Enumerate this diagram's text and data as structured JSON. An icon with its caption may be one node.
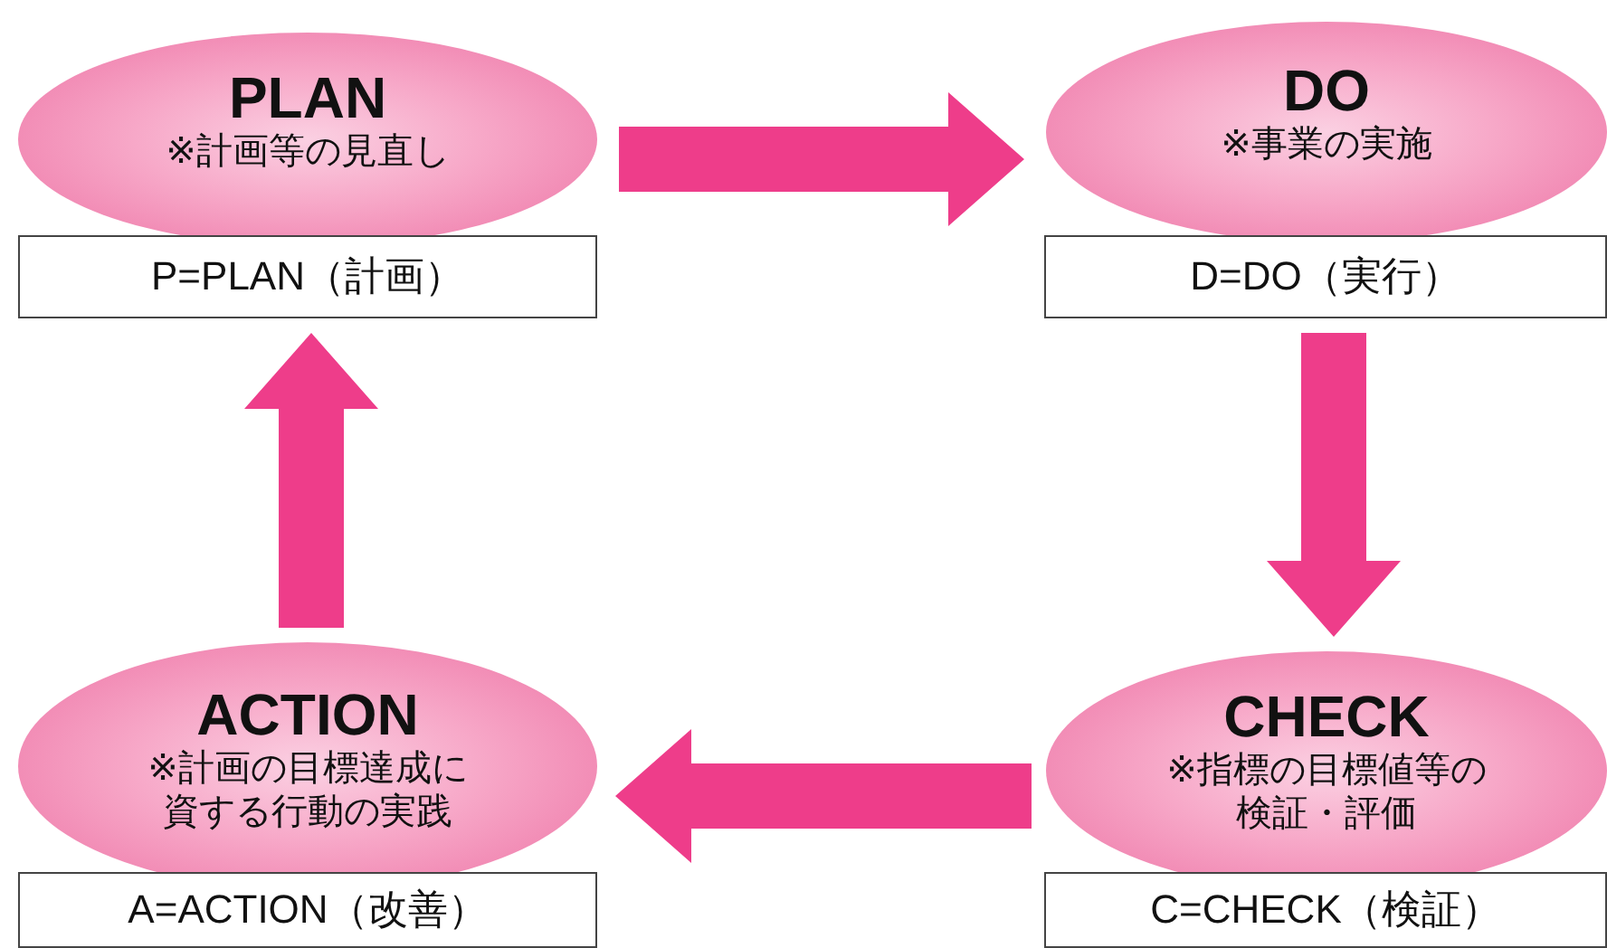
{
  "diagram": {
    "nodes": [
      {
        "text": [
          "PLAN",
          "※計画等の見直し"
        ]
      },
      {
        "text": [
          "P=PLAN（計画）"
        ]
      },
      {
        "text": [
          "DO",
          "※事業の実施"
        ]
      },
      {
        "text": [
          "D=DO（実行）"
        ]
      },
      {
        "text": [
          "CHECK",
          "※指標の目標値等の検証・評価"
        ]
      },
      {
        "text": [
          "C=CHECK（検証）"
        ]
      },
      {
        "text": [
          "ACTION",
          "※計画の目標達成に資する行動の実践"
        ]
      },
      {
        "text": [
          "A=ACTION（改善）"
        ]
      }
    ],
    "edges": [
      {
        "from": 0,
        "to": 2,
        "arrow": "to"
      },
      {
        "from": 3,
        "to": 4,
        "arrow": "to"
      },
      {
        "from": 4,
        "to": 6,
        "arrow": "to"
      },
      {
        "from": 6,
        "to": 1,
        "arrow": "to"
      }
    ]
  }
}
